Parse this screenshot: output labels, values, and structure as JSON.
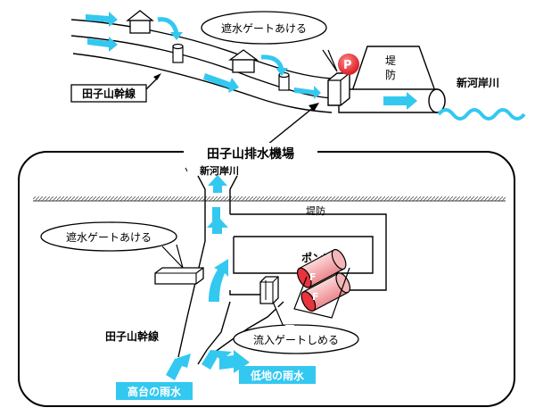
{
  "top": {
    "bubble_gate_open": "遮水ゲートあける",
    "label_pipeline": "田子山幹線",
    "pump_letter": "P",
    "levee_char1": "堤",
    "levee_char2": "防",
    "river_name": "新河岸川"
  },
  "facility": {
    "title": "田子山排水機場",
    "river_name": "新河岸川",
    "levee": "堤防",
    "bubble_gate_open": "遮水ゲートあける",
    "pump_label": "ポンプ",
    "pump_letter_1": "F",
    "pump_letter_2": "F",
    "bubble_inflow_close": "流入ゲートしめる",
    "label_pipeline": "田子山幹線",
    "rain_high": "高台の雨水",
    "rain_low": "低地の雨水"
  },
  "colors": {
    "water": "#33c8f0",
    "pump_red": "#e8343c",
    "pump_pink": "#f4b6b8"
  }
}
